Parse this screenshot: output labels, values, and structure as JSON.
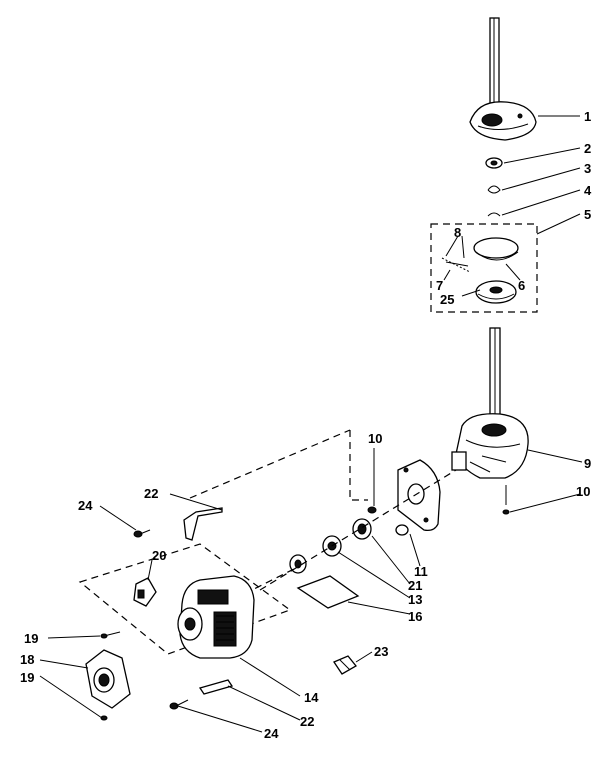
{
  "callouts": [
    {
      "id": "c1",
      "text": "1"
    },
    {
      "id": "c2",
      "text": "2"
    },
    {
      "id": "c3",
      "text": "3"
    },
    {
      "id": "c4",
      "text": "4"
    },
    {
      "id": "c5",
      "text": "5"
    },
    {
      "id": "c6",
      "text": "6"
    },
    {
      "id": "c7",
      "text": "7"
    },
    {
      "id": "c8",
      "text": "8"
    },
    {
      "id": "c25",
      "text": "25"
    },
    {
      "id": "c9",
      "text": "9"
    },
    {
      "id": "c10a",
      "text": "10"
    },
    {
      "id": "c10b",
      "text": "10"
    },
    {
      "id": "c11",
      "text": "11"
    },
    {
      "id": "c21",
      "text": "21"
    },
    {
      "id": "c13",
      "text": "13"
    },
    {
      "id": "c16",
      "text": "16"
    },
    {
      "id": "c22a",
      "text": "22"
    },
    {
      "id": "c24a",
      "text": "24"
    },
    {
      "id": "c20",
      "text": "20"
    },
    {
      "id": "c19a",
      "text": "19"
    },
    {
      "id": "c18",
      "text": "18"
    },
    {
      "id": "c19b",
      "text": "19"
    },
    {
      "id": "c14",
      "text": "14"
    },
    {
      "id": "c22b",
      "text": "22"
    },
    {
      "id": "c24b",
      "text": "24"
    },
    {
      "id": "c23",
      "text": "23"
    }
  ]
}
